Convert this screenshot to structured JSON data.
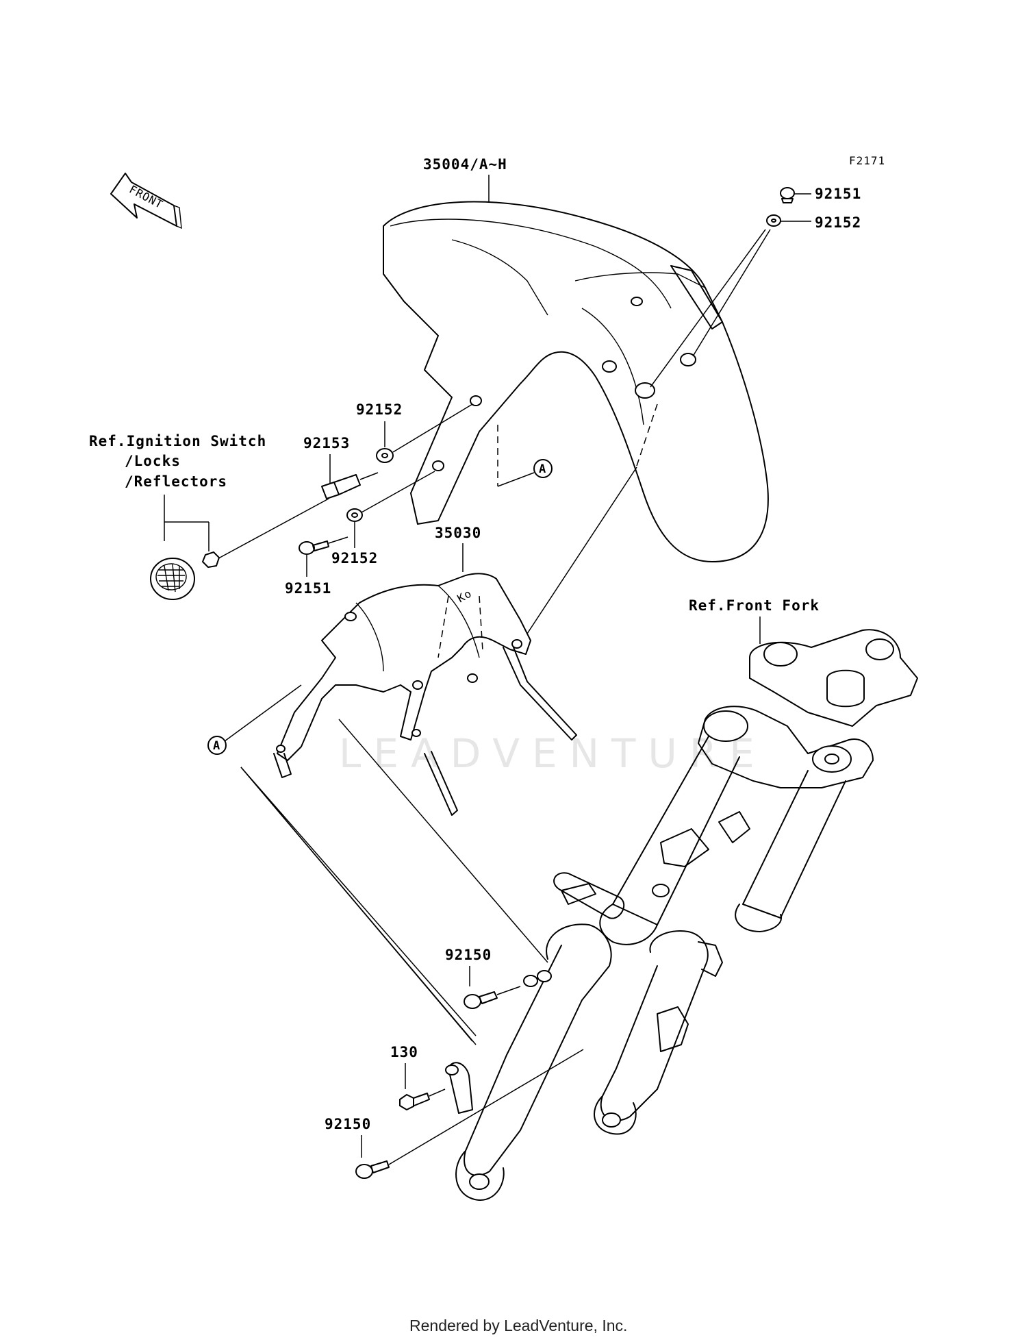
{
  "figure_code": "F2171",
  "front_indicator": "FRONT",
  "watermark": "LEADVENTURE",
  "footer": "Rendered by LeadVenture, Inc.",
  "callout_marker": "A",
  "labels": {
    "front_fender": "35004/A~H",
    "bracket": "35030",
    "bolt_top": "92151",
    "washer_top": "92152",
    "washer_mid": "92152",
    "stud": "92153",
    "washer_lower": "92152",
    "bolt_lower": "92151",
    "ref_ignition_1": "Ref.Ignition Switch",
    "ref_ignition_2": "/Locks",
    "ref_ignition_3": "/Reflectors",
    "ref_front_fork": "Ref.Front Fork",
    "fork_bolt_upper": "92150",
    "bolt_130": "130",
    "fork_bolt_lower": "92150"
  }
}
